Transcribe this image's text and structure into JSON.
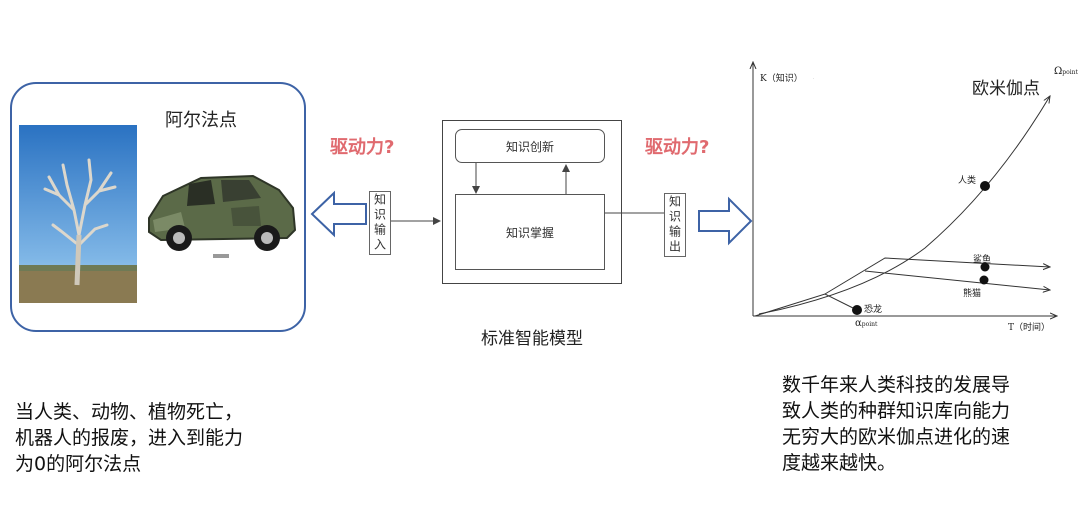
{
  "alpha_panel": {
    "title": "阿尔法点"
  },
  "drive_question_left": "驱动力?",
  "drive_question_right": "驱动力?",
  "knowledge_input": "知识输入",
  "knowledge_output": "知识输出",
  "model": {
    "innovation": "知识创新",
    "mastery": "知识掌握",
    "caption": "标准智能模型"
  },
  "graph": {
    "y_axis_label": "K（知识）",
    "x_axis_label": "T（时间）",
    "omega_title": "欧米伽点",
    "omega_symbol": "Ω",
    "omega_sub": "point",
    "alpha_symbol": "α",
    "alpha_sub": "point",
    "labels": {
      "human": "人类",
      "shark": "鲨鱼",
      "cat": "熊猫",
      "dinosaur": "恐龙"
    }
  },
  "bottom_left_text": [
    "当人类、动物、植物死亡，",
    "机器人的报废，进入到能力",
    "为0的阿尔法点"
  ],
  "bottom_right_text": [
    "数千年来人类科技的发展导",
    "致人类的种群知识库向能力",
    "无穷大的欧米伽点进化的速",
    "度越来越快。"
  ],
  "colors": {
    "frame_blue": "#3d63a6",
    "drive_red": "#e06a6f",
    "arrow_outline": "#3d63a6"
  }
}
